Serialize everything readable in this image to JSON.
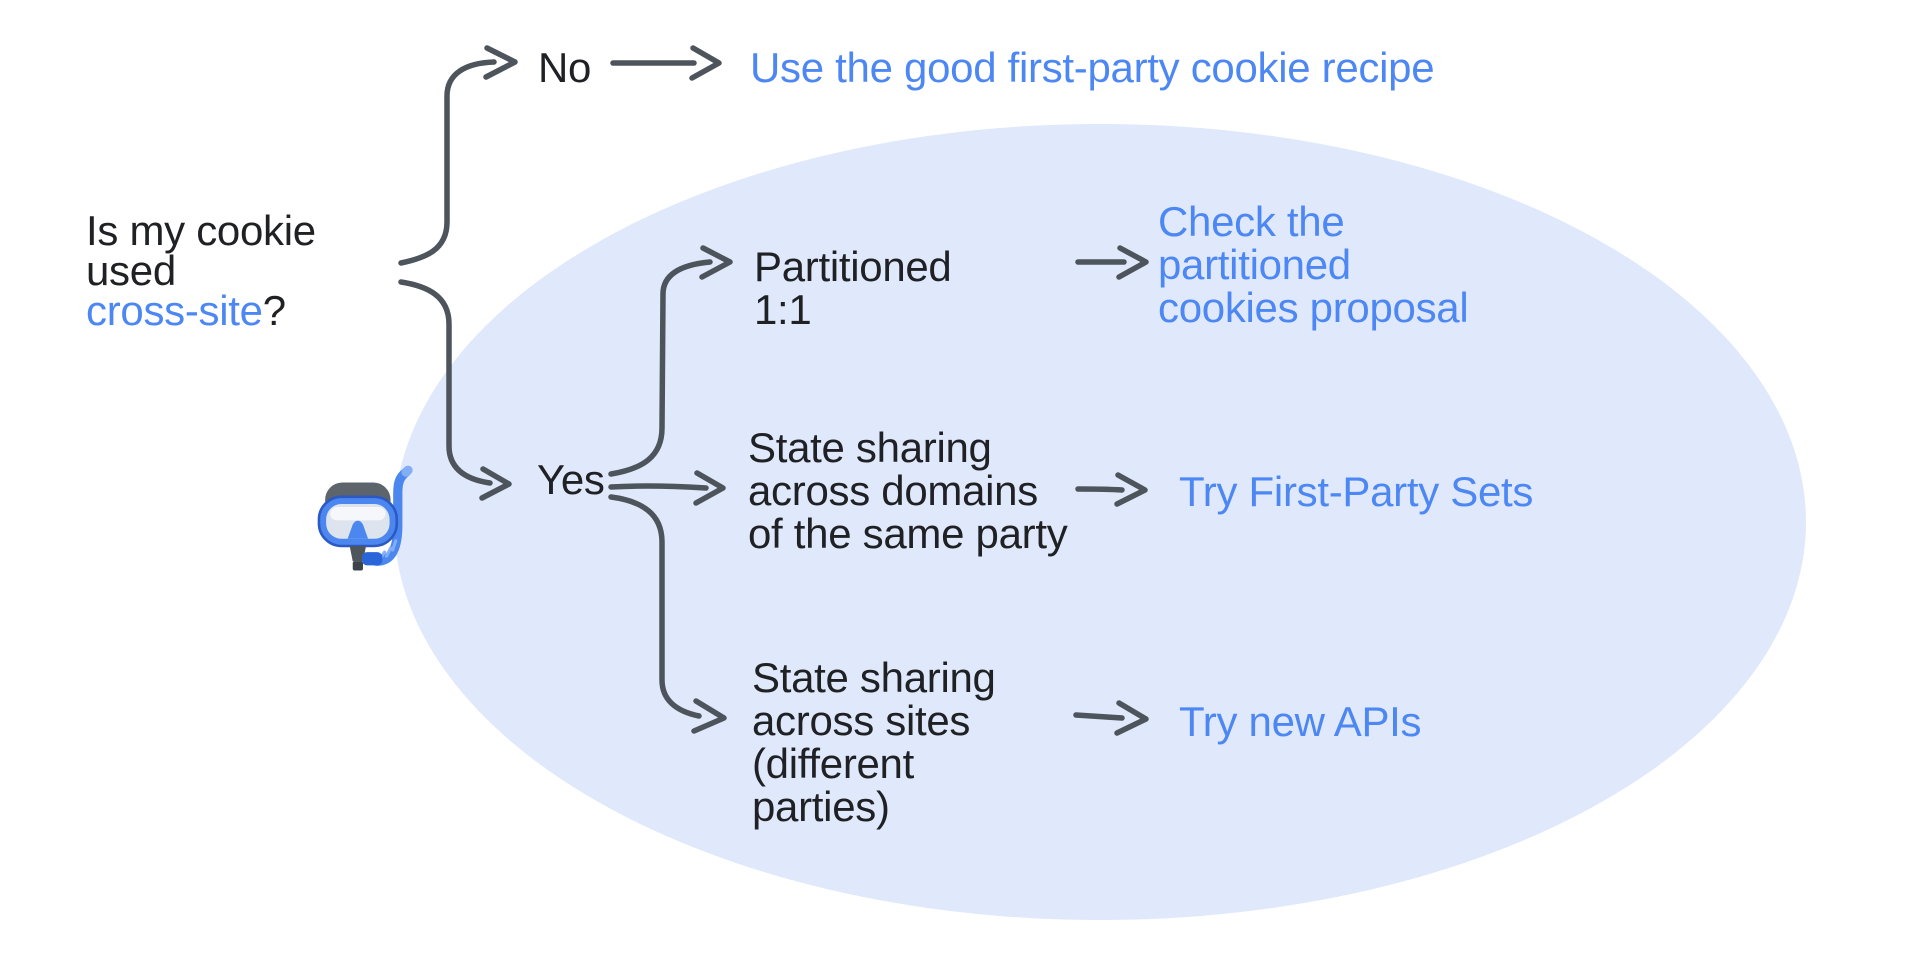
{
  "question": {
    "line1": "Is my cookie",
    "line2": "used",
    "highlight": "cross-site",
    "suffix": "?"
  },
  "branches": {
    "no": {
      "label": "No",
      "action": "Use the good first-party cookie recipe"
    },
    "yes": {
      "label": "Yes",
      "options": [
        {
          "condition_lines": [
            "Partitioned",
            "1:1"
          ],
          "action_lines": [
            "Check the",
            "partitioned",
            "cookies proposal"
          ]
        },
        {
          "condition_lines": [
            "State sharing",
            "across domains",
            "of the same party"
          ],
          "action": "Try First-Party Sets"
        },
        {
          "condition_lines": [
            "State sharing",
            "across sites",
            "(different",
            "parties)"
          ],
          "action": "Try new APIs"
        }
      ]
    }
  },
  "icons": {
    "diving_mask": "diving-mask-emoji"
  },
  "colors": {
    "link_blue": "#4d87f4",
    "text_dark": "#202124",
    "arrow_gray": "#4d545c",
    "ellipse_fill": "#dfe9fb"
  }
}
